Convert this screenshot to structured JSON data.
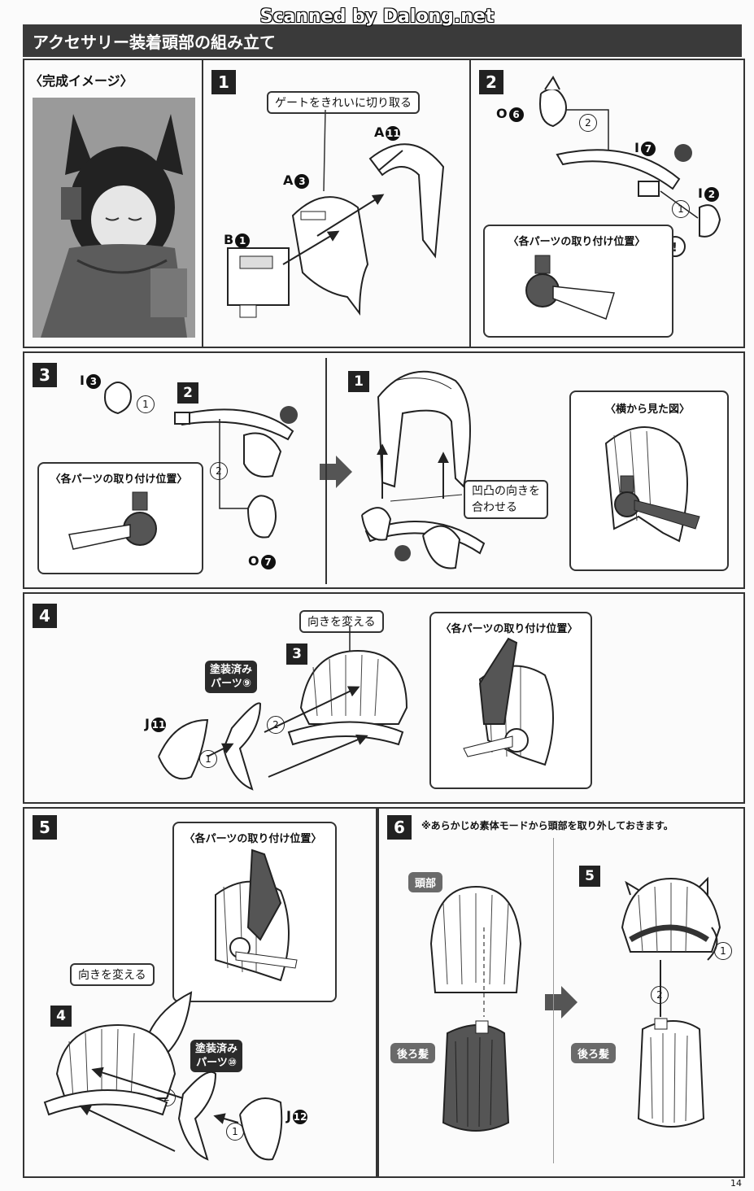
{
  "watermark": "Scanned by Dalong.net",
  "section_title": "アクセサリー装着頭部の組み立て",
  "preview_label": "〈完成イメージ〉",
  "steps": {
    "s1": "1",
    "s2": "2",
    "s3": "3",
    "s3_sub1": "1",
    "s3_sub2": "2",
    "s4": "4",
    "s4_sub3": "3",
    "s5": "5",
    "s5_sub4": "4",
    "s6": "6",
    "s6_sub5": "5"
  },
  "callouts": {
    "gate": "ゲートをきれいに切り取る",
    "align": "凹凸の向きを\n合わせる",
    "turn4": "向きを変える",
    "turn5": "向きを変える"
  },
  "subheads": {
    "pos2": "〈各パーツの取り付け位置〉",
    "pos3": "〈各パーツの取り付け位置〉",
    "side3": "〈横から見た図〉",
    "pos4": "〈各パーツの取り付け位置〉",
    "pos5": "〈各パーツの取り付け位置〉"
  },
  "parts": {
    "a3": "A",
    "a3_num": "3",
    "a11": "A",
    "a11_num": "11",
    "b1": "B",
    "b1_num": "1",
    "o6": "O",
    "o6_num": "6",
    "i7": "I",
    "i7_num": "7",
    "i2": "I",
    "i2_num": "2",
    "i3": "I",
    "i3_num": "3",
    "o7": "O",
    "o7_num": "7",
    "j11": "J",
    "j11_num": "11",
    "j12": "J",
    "j12_num": "12"
  },
  "order": {
    "one": "1",
    "two": "2"
  },
  "badges": {
    "painted9": "塗装済み\nパーツ⑨",
    "painted10": "塗装済み\nパーツ⑩",
    "head": "頭部",
    "back_hair1": "後ろ髪",
    "back_hair2": "後ろ髪"
  },
  "note6": "※あらかじめ素体モードから頭部を取り外しておきます。",
  "page_number": "14"
}
